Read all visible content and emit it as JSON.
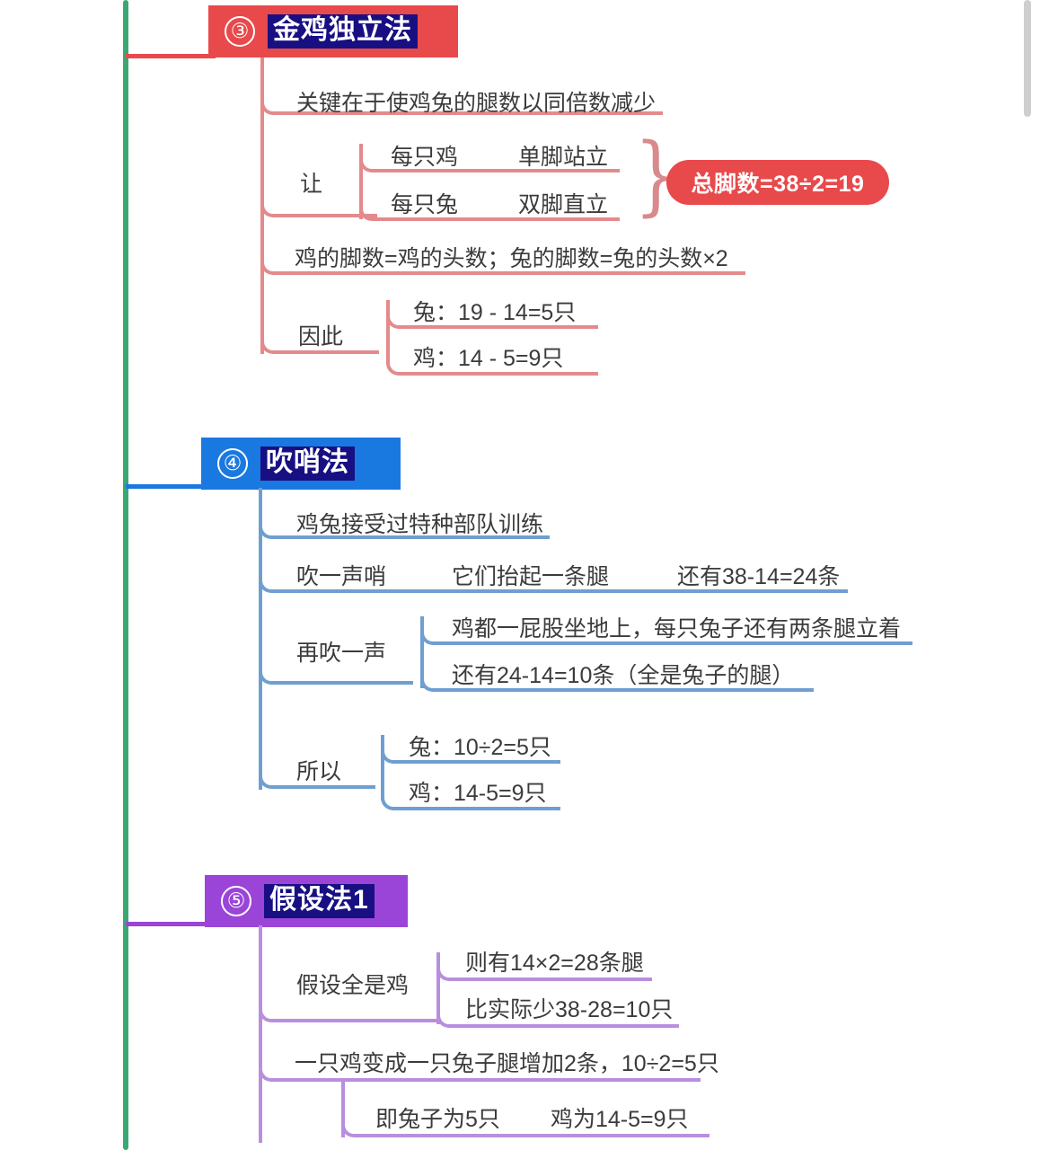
{
  "colors": {
    "trunk": "#3aa870",
    "red": "#e8494b",
    "red_line": "#e48a8c",
    "blue": "#1a79e0",
    "blue_line": "#6f9fd0",
    "purple": "#9b44d8",
    "purple_line": "#b98ede",
    "title_highlight": "#180f82",
    "text": "#3b3b3b",
    "scrollbar": "#cfcfcf"
  },
  "sections": [
    {
      "number": "③",
      "title": "金鸡独立法",
      "accent": "#e8494b",
      "nodes": {
        "key_point": "关键在于使鸡兔的腿数以同倍数减少",
        "let_label": "让",
        "row_chicken_subject": "每只鸡",
        "row_chicken_action": "单脚站立",
        "row_rabbit_subject": "每只兔",
        "row_rabbit_action": "双脚直立",
        "badge": "总脚数=38÷2=19",
        "formula": "鸡的脚数=鸡的头数；兔的脚数=兔的头数×2",
        "therefore_label": "因此",
        "result_rabbit": "兔：19 - 14=5只",
        "result_chicken": "鸡：14 - 5=9只"
      }
    },
    {
      "number": "④",
      "title": "吹哨法",
      "accent": "#1a79e0",
      "nodes": {
        "premise": "鸡兔接受过特种部队训练",
        "whistle1_label": "吹一声哨",
        "whistle1_action": "它们抬起一条腿",
        "whistle1_result": "还有38-14=24条",
        "whistle2_label": "再吹一声",
        "whistle2_action": "鸡都一屁股坐地上，每只兔子还有两条腿立着",
        "whistle2_result": "还有24-14=10条（全是兔子的腿）",
        "so_label": "所以",
        "result_rabbit": "兔：10÷2=5只",
        "result_chicken": "鸡：14-5=9只"
      }
    },
    {
      "number": "⑤",
      "title": "假设法1",
      "accent": "#9b44d8",
      "nodes": {
        "assume_label": "假设全是鸡",
        "assume_legs": "则有14×2=28条腿",
        "assume_diff": "比实际少38-28=10只",
        "conversion": "一只鸡变成一只兔子腿增加2条，10÷2=5只",
        "final_rabbit": "即兔子为5只",
        "final_chicken": "鸡为14-5=9只"
      }
    }
  ],
  "scrollbar": {
    "name": "vertical-scrollbar"
  }
}
